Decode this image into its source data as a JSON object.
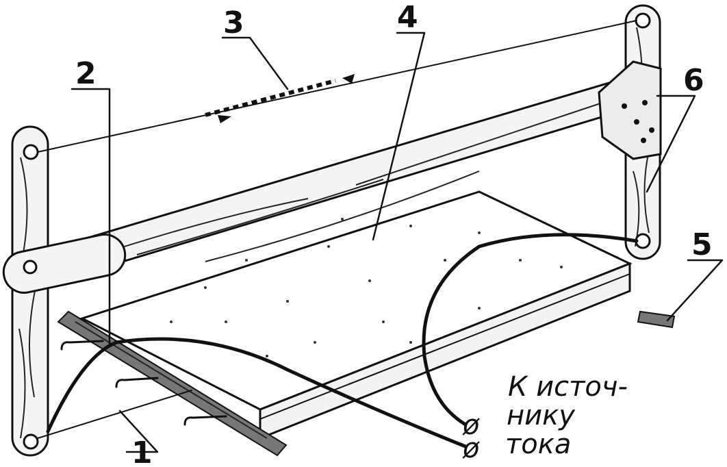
{
  "labels": {
    "l1": "1",
    "l2": "2",
    "l3": "3",
    "l4": "4",
    "l5": "5",
    "l6": "6"
  },
  "caption": {
    "line1": "К источ-",
    "line2": "нику",
    "line3": "тока"
  },
  "terminal_symbol": "ø"
}
